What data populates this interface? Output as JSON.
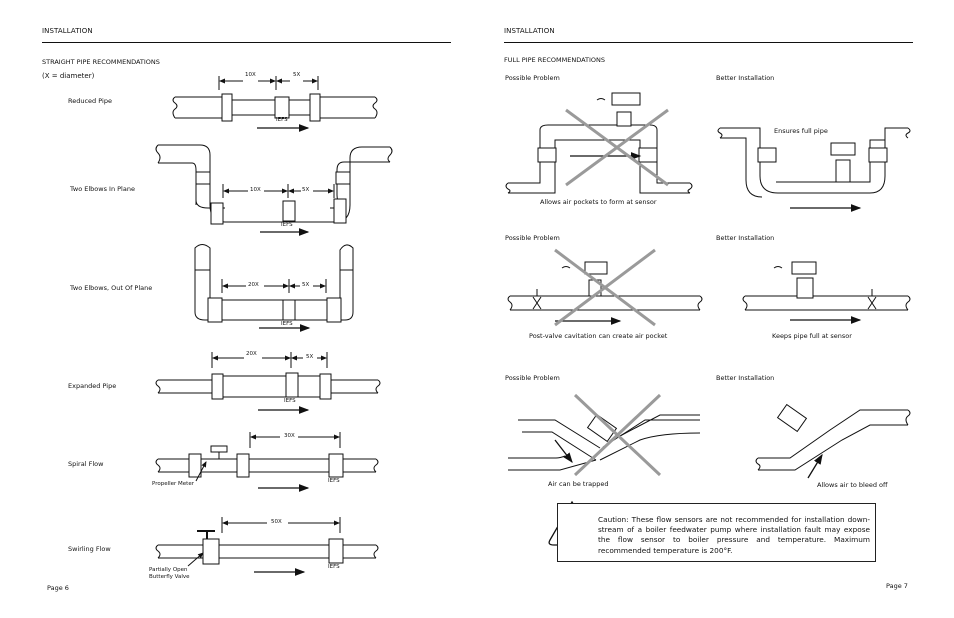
{
  "left_page": {
    "header": "INSTALLATION",
    "section_title": "STRAIGHT PIPE RECOMMENDATIONS",
    "note": "(X = diameter)",
    "rows": [
      {
        "label": "Reduced Pipe",
        "dim1": "10X",
        "dim2": "5X",
        "sensor": "IEFS"
      },
      {
        "label": "Two Elbows In Plane",
        "dim1": "10X",
        "dim2": "5X",
        "sensor": "IEFS"
      },
      {
        "label": "Two Elbows, Out Of Plane",
        "dim1": "20X",
        "dim2": "5X",
        "sensor": "IEFS"
      },
      {
        "label": "Expanded Pipe",
        "dim1": "20X",
        "dim2": "5X",
        "sensor": "IEFS"
      },
      {
        "label": "Spiral Flow",
        "dim1": "30X",
        "sensor": "IEFS",
        "callout": "Propeller Meter"
      },
      {
        "label": "Swirling Flow",
        "dim1": "50X",
        "sensor": "IEFS",
        "callout_line1": "Partially Open",
        "callout_line2": "Butterfly Valve"
      }
    ],
    "page_number": "Page 6"
  },
  "right_page": {
    "header": "INSTALLATION",
    "section_title": "FULL PIPE RECOMMENDATIONS",
    "rows": [
      {
        "problem_label": "Possible Problem",
        "better_label": "Better Installation",
        "problem_caption": "Allows air pockets to form at sensor",
        "better_caption": "Ensures full pipe"
      },
      {
        "problem_label": "Possible Problem",
        "better_label": "Better Installation",
        "problem_caption": "Post-valve cavitation can create air pocket",
        "better_caption": "Keeps pipe full at sensor"
      },
      {
        "problem_label": "Possible Problem",
        "better_label": "Better Installation",
        "problem_caption": "Air can be trapped",
        "better_caption": "Allows air to bleed off"
      }
    ],
    "caution_text": "Caution: These flow sensors are not recommended for installation down-stream of a boiler feedwater pump where installation fault may expose the flow sensor to boiler pressure and temperature.  Maximum recommended temperature is 200°F.",
    "page_number": "Page 7"
  },
  "colors": {
    "ink": "#111111",
    "cross": "#999999",
    "paper": "#ffffff"
  }
}
